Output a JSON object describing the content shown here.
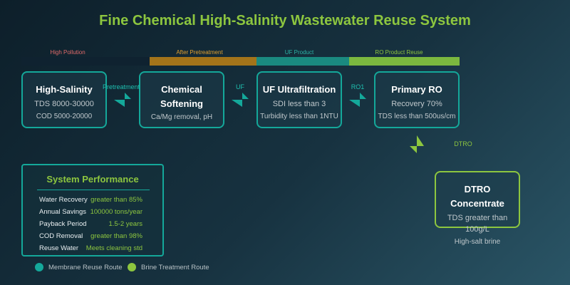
{
  "title": "Fine Chemical High-Salinity Wastewater Reuse System",
  "stages": [
    {
      "label": "High Pollution",
      "color": "#0f2230",
      "label_color": "#e06a6a"
    },
    {
      "label": "After Pretreatment",
      "color": "#a3741a",
      "label_color": "#e0a030"
    },
    {
      "label": "UF Product",
      "color": "#1a8a80",
      "label_color": "#2ab3a6"
    },
    {
      "label": "RO Product Reuse",
      "color": "#7bb83f",
      "label_color": "#8dc63f"
    }
  ],
  "boxes": {
    "high_salinity": {
      "title": "High-Salinity",
      "line1": "TDS 8000-30000",
      "line2": "COD 5000-20000"
    },
    "softening": {
      "title1": "Chemical",
      "title2": "Softening",
      "line1": "Ca/Mg removal, pH"
    },
    "uf": {
      "title": "UF Ultrafiltration",
      "line1": "SDI less than 3",
      "line2": "Turbidity less than 1NTU"
    },
    "ro": {
      "title": "Primary RO",
      "line1": "Recovery 70%",
      "line2": "TDS less than 500us/cm"
    },
    "dtro": {
      "title": "DTRO Concentrate",
      "line1": "TDS greater than 100g/L",
      "line2": "High-salt brine"
    }
  },
  "flow_labels": {
    "pretreatment": "Pretreatment",
    "uf": "UF",
    "ro1": "RO1",
    "dtro": "DTRO"
  },
  "performance": {
    "title": "System Performance",
    "rows": [
      {
        "key": "Water Recovery",
        "value": "greater than 85%"
      },
      {
        "key": "Annual Savings",
        "value": "100000 tons/year"
      },
      {
        "key": "Payback Period",
        "value": "1.5-2 years"
      },
      {
        "key": "COD Removal",
        "value": "greater than 98%"
      },
      {
        "key": "Reuse Water",
        "value": "Meets cleaning std"
      }
    ]
  },
  "legend": [
    {
      "label": "Membrane Reuse Route",
      "color": "#14a89a"
    },
    {
      "label": "Brine Treatment Route",
      "color": "#8dc63f"
    }
  ],
  "colors": {
    "teal": "#14a89a",
    "green": "#8dc63f"
  }
}
